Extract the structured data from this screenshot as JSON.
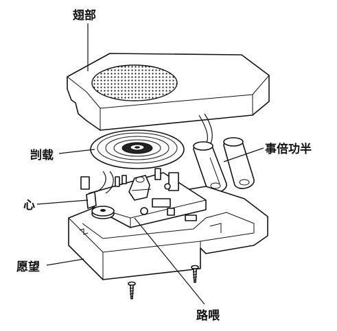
{
  "labels": {
    "top_cover": "翅部",
    "speaker": "剀载",
    "battery": "事倍功半",
    "core": "心",
    "base": "愿望",
    "circuit": "路喂"
  }
}
